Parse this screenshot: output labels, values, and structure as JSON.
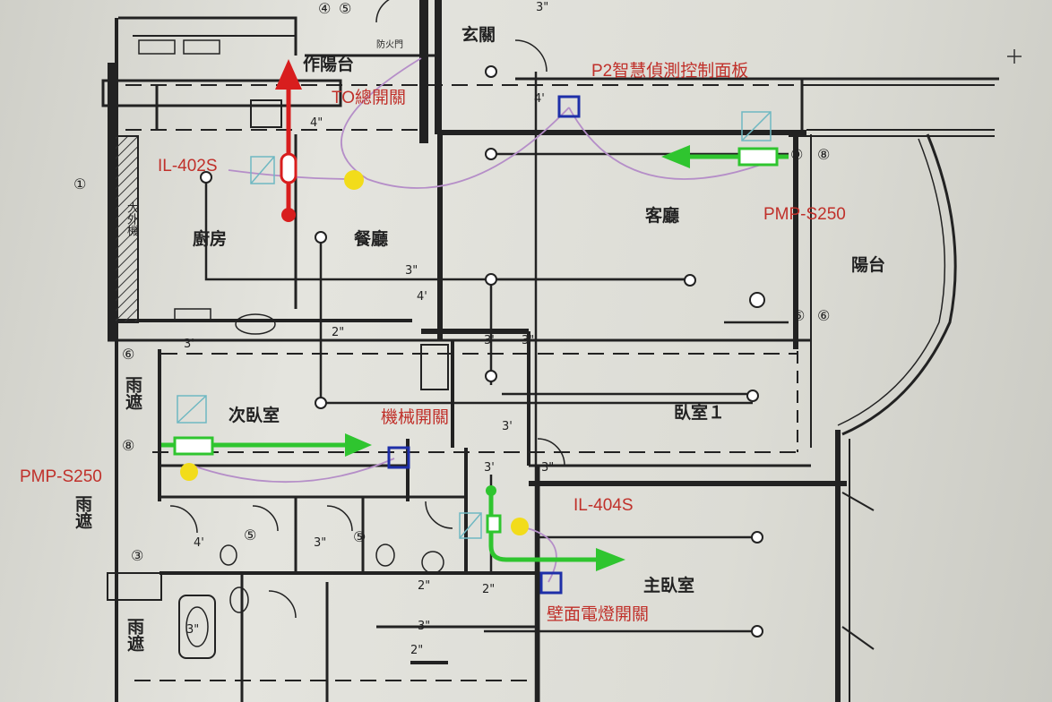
{
  "colors": {
    "wall": "#222222",
    "annotation_red": "#c0302a",
    "arrow_red": "#d81e1e",
    "arrow_green": "#2fc52f",
    "sensor_yellow": "#f2dc1a",
    "switch_blue": "#1e2fa8",
    "wiring_purple": "#b58ec8"
  },
  "icons": [
    "control-panel-icon",
    "switch-icon",
    "sensor-icon",
    "fixture-icon",
    "crosshair-icon"
  ],
  "annotations": {
    "p2_panel": "P2智慧偵測控制面板",
    "to_main_switch": "TO總開關",
    "il402s": "IL-402S",
    "pmp_right": "PMP-S250",
    "pmp_left": "PMP-S250",
    "mech_switch": "機械開關",
    "il404s": "IL-404S",
    "wall_switch": "壁面電燈開關"
  },
  "rooms": {
    "balcony_work": "作陽台",
    "entrance": "玄關",
    "living": "客廳",
    "kitchen": "廚房",
    "dining": "餐廳",
    "balcony": "陽台",
    "second_bedroom": "次臥室",
    "bedroom1": "臥室１",
    "master_bedroom": "主臥室",
    "canopy_a": "雨遮",
    "canopy_b": "雨遮",
    "canopy_c": "雨遮",
    "outdoor_unit": "大外機",
    "fire_door": "防火門"
  },
  "dims": [
    "3\"",
    "4\"",
    "2\"",
    "3'",
    "4'",
    "3\"",
    "4'",
    "3\"",
    "3'",
    "3'",
    "3\"",
    "3\"",
    "3'",
    "2\"",
    "4'",
    "3\"",
    "2\"",
    "3\"",
    "2\""
  ],
  "circuits": [
    "①",
    "④",
    "⑤",
    "⑥",
    "⑧",
    "⑥",
    "⑧",
    "⑤",
    "③",
    "⑤",
    "⑥",
    "⑨"
  ]
}
